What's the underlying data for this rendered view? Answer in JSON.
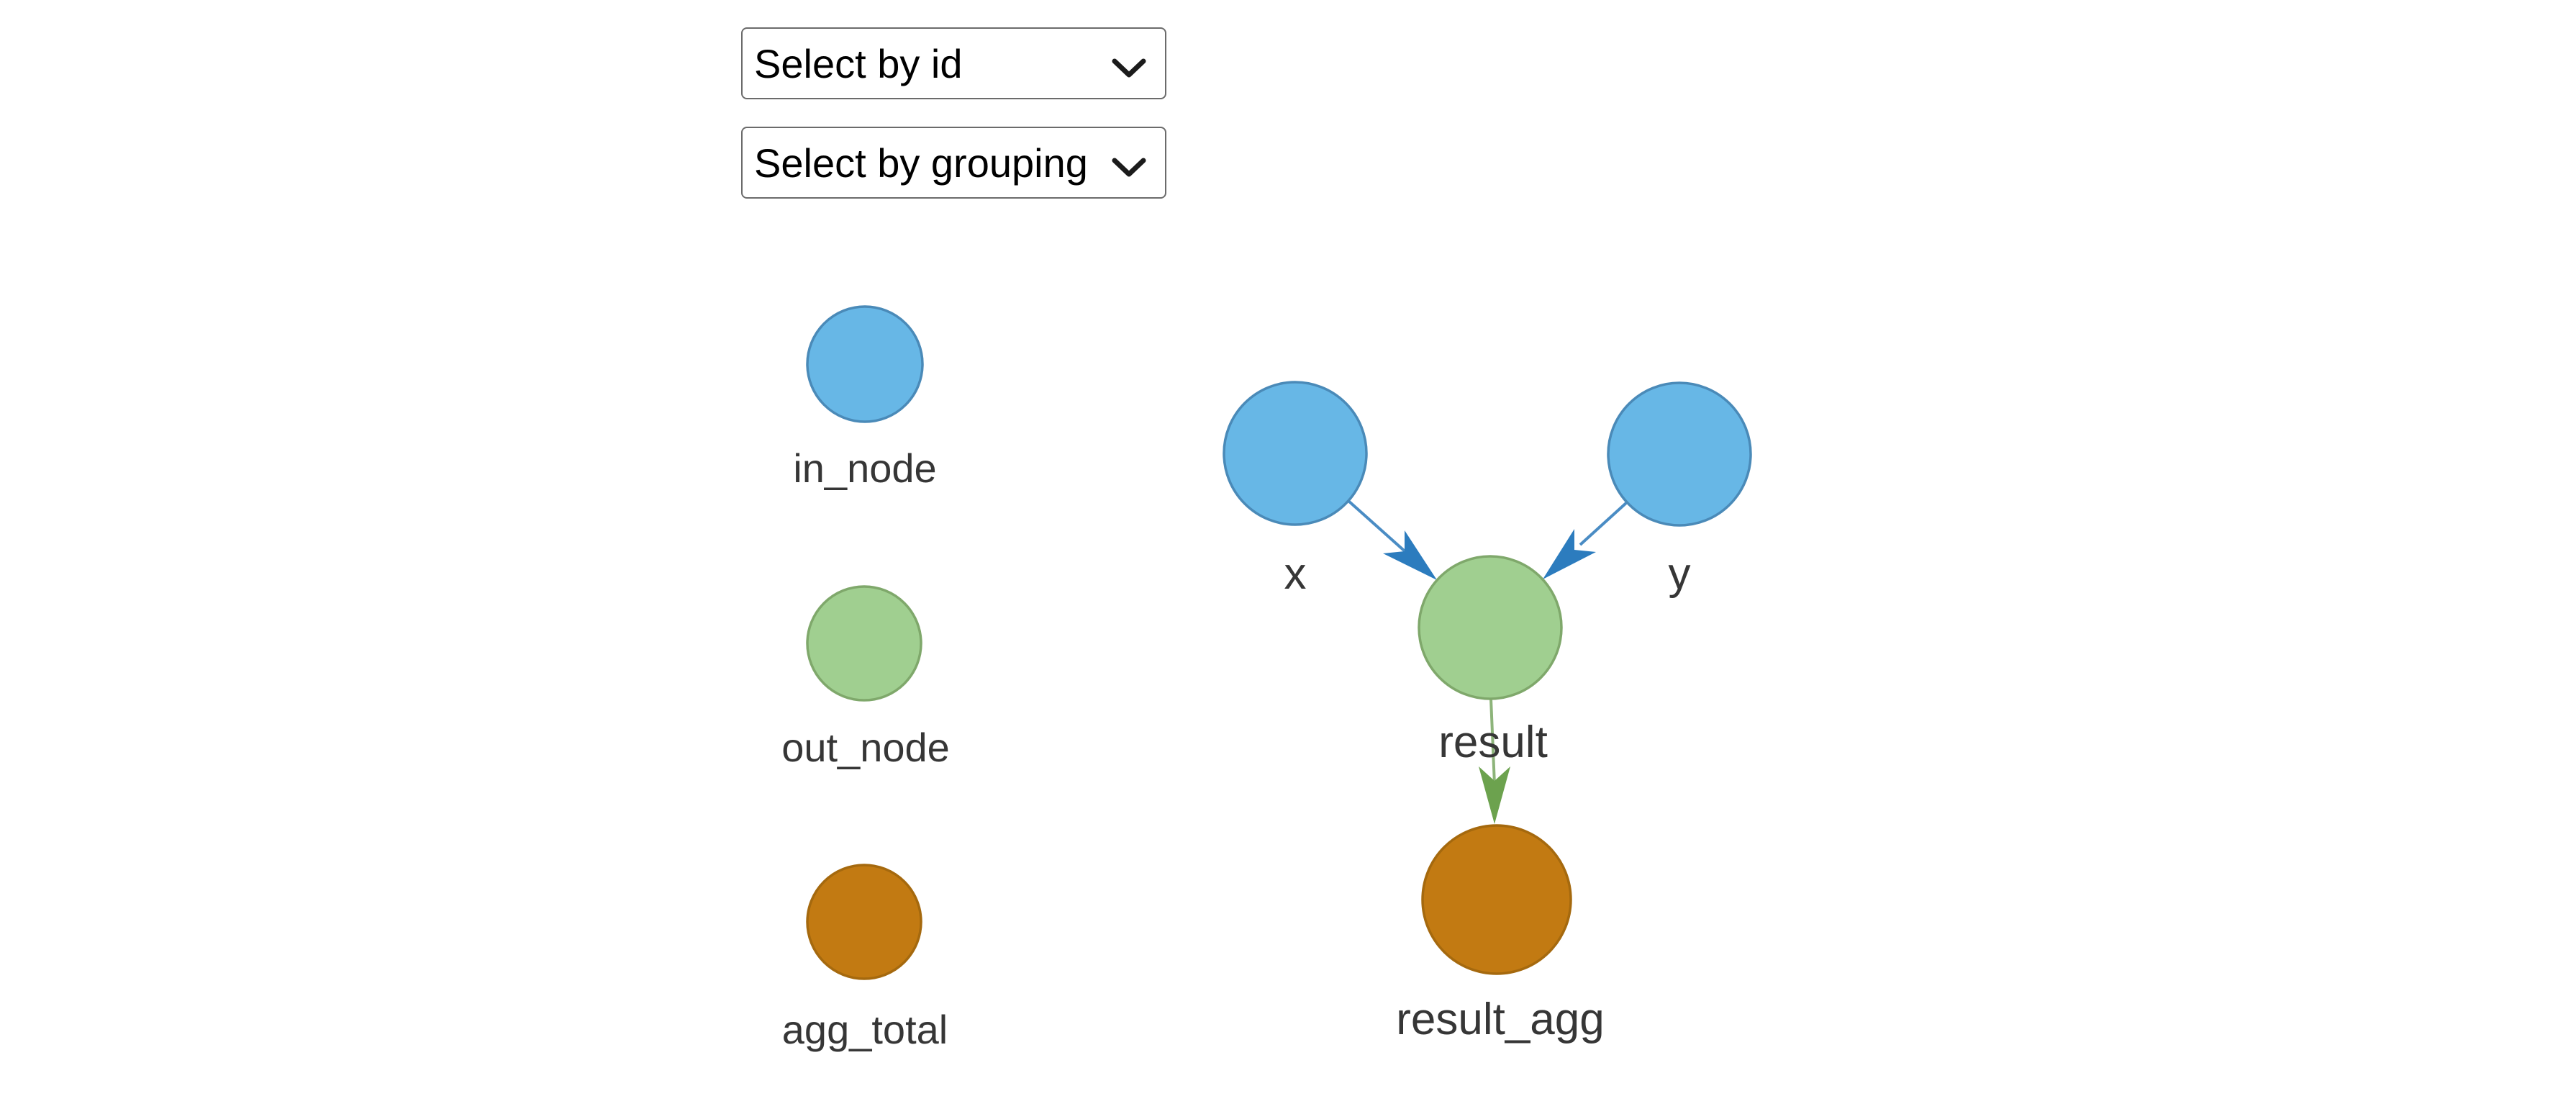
{
  "controls": {
    "id_select": {
      "value": "Select by id"
    },
    "grouping_select": {
      "value": "Select by grouping"
    }
  },
  "legend": {
    "items": [
      {
        "label": "in_node",
        "fill": "#67b7e6",
        "stroke": "#4a8ab8"
      },
      {
        "label": "out_node",
        "fill": "#a0cf90",
        "stroke": "#7fa86b"
      },
      {
        "label": "agg_total",
        "fill": "#c27a12",
        "stroke": "#a5690e"
      }
    ]
  },
  "graph": {
    "label_color": "#363636",
    "nodes": [
      {
        "id": "x",
        "label": "x",
        "group": "in_node",
        "fill": "#67b7e6",
        "stroke": "#4a8ab8"
      },
      {
        "id": "y",
        "label": "y",
        "group": "in_node",
        "fill": "#67b7e6",
        "stroke": "#4a8ab8"
      },
      {
        "id": "result",
        "label": "result",
        "group": "out_node",
        "fill": "#a0cf90",
        "stroke": "#7fa86b"
      },
      {
        "id": "result_agg",
        "label": "result_agg",
        "group": "agg_total",
        "fill": "#c27a12",
        "stroke": "#a5690e"
      }
    ],
    "edges": [
      {
        "from": "x",
        "to": "result",
        "line_color": "#4a8cc4",
        "arrow_color": "#2c7cbe"
      },
      {
        "from": "y",
        "to": "result",
        "line_color": "#4a8cc4",
        "arrow_color": "#2c7cbe"
      },
      {
        "from": "result",
        "to": "result_agg",
        "line_color": "#8db47a",
        "arrow_color": "#6ca24e"
      }
    ]
  }
}
